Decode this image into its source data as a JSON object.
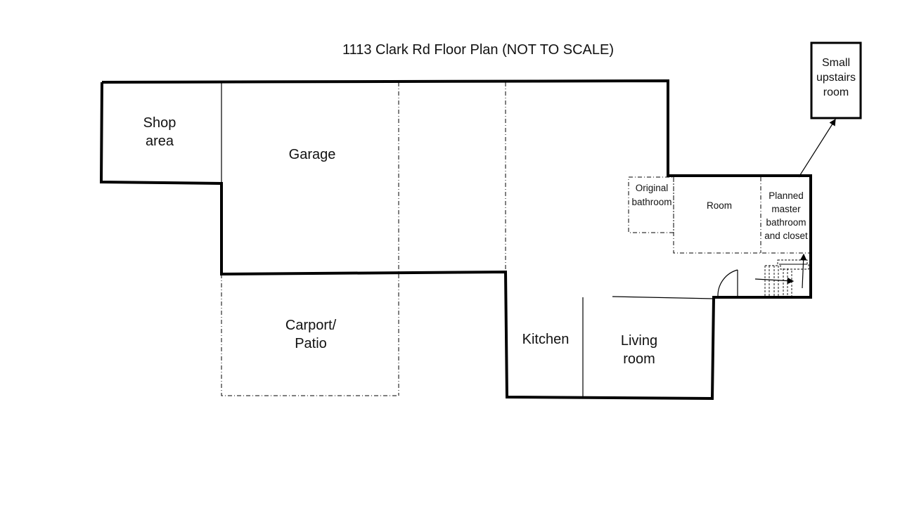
{
  "title": "1113 Clark Rd Floor Plan (NOT TO SCALE)",
  "rooms": {
    "shop_area": "Shop\narea",
    "garage": "Garage",
    "carport_patio": "Carport/\nPatio",
    "kitchen": "Kitchen",
    "living_room": "Living\nroom",
    "original_bathroom": "Original\nbathroom",
    "room": "Room",
    "planned_master": "Planned\nmaster\nbathroom\nand closet",
    "small_upstairs_room": "Small\nupstairs\nroom"
  },
  "colors": {
    "wall": "#000000",
    "background": "#ffffff"
  }
}
